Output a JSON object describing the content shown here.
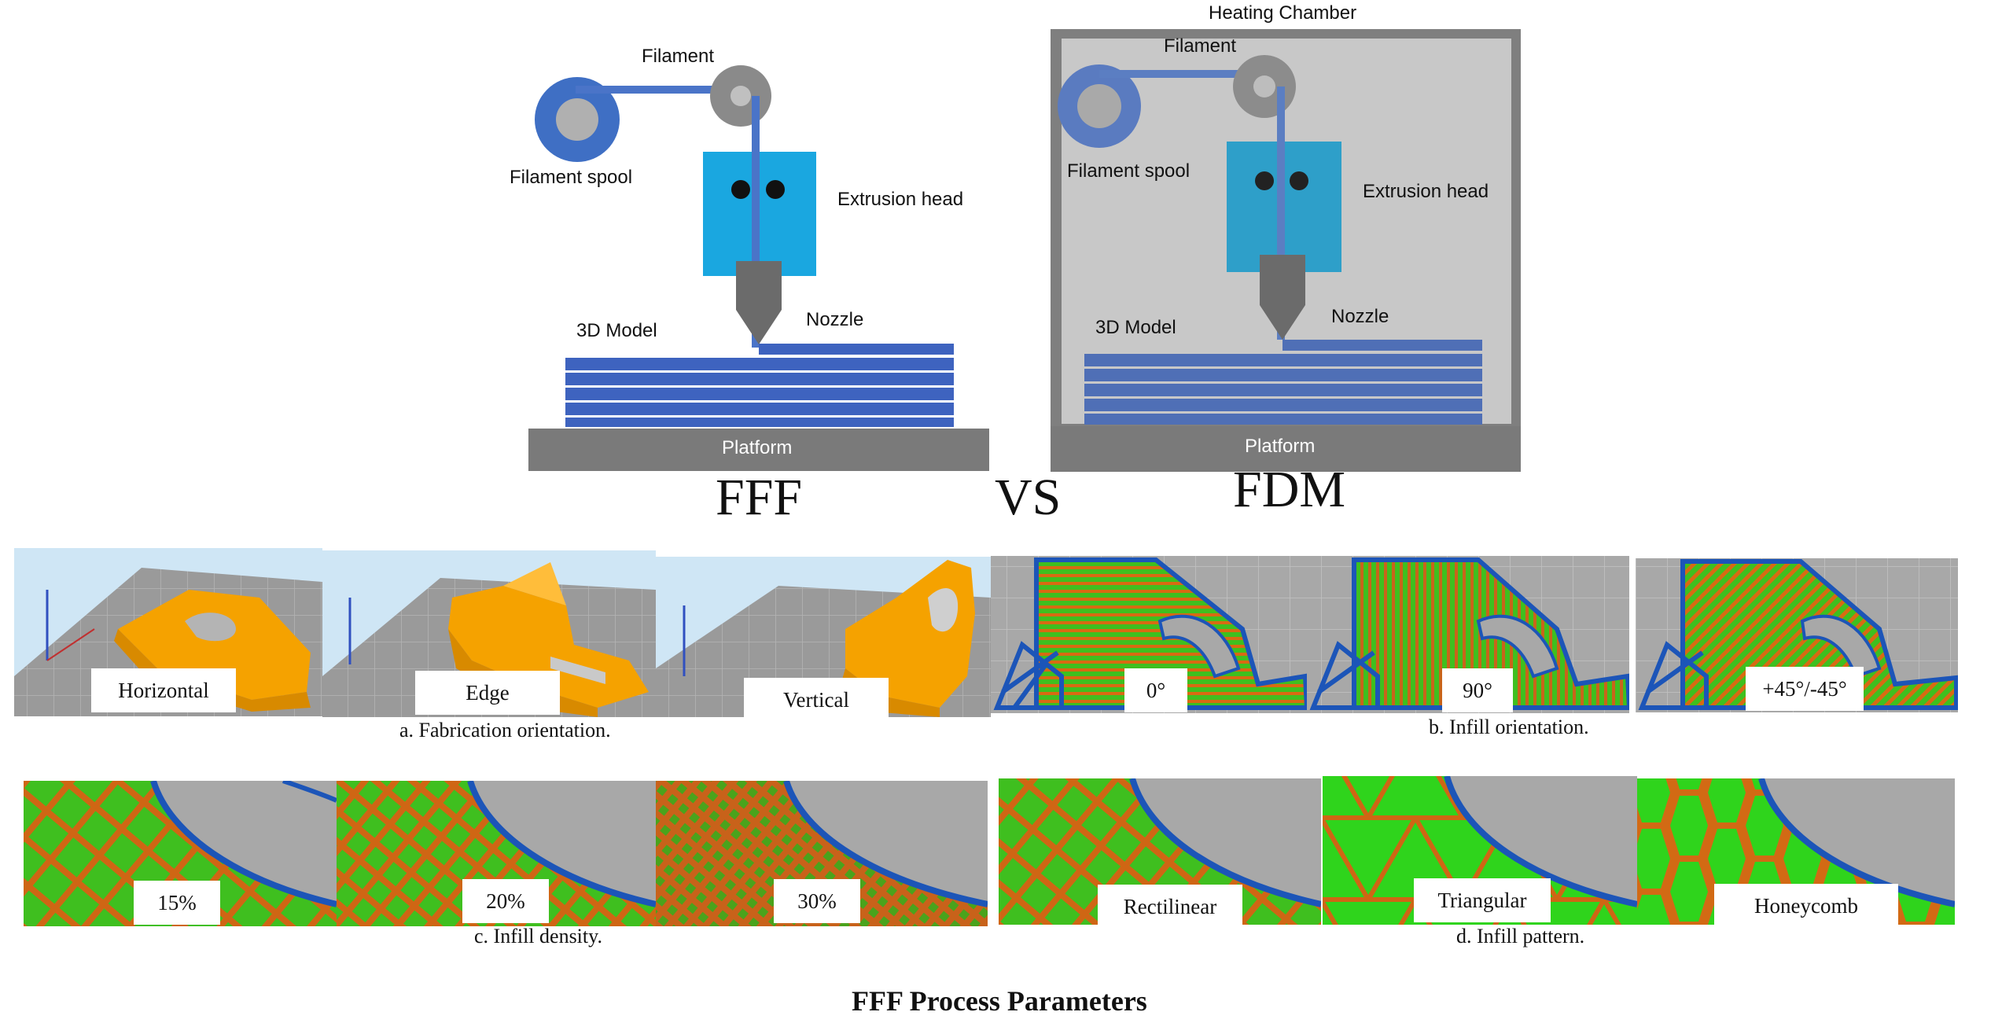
{
  "colors": {
    "spool": "#3f6fc4",
    "filament": "#4a74c8",
    "extrusion_head_fff": "#1aa7e0",
    "extrusion_head_fdm": "#2e9fc9",
    "nozzle": "#6b6b6b",
    "platform": "#7a7a7a",
    "model_layers": "#3e63bf",
    "chamber_wall": "#7f7f7f",
    "chamber_fill": "#c8c8c8",
    "part_orange": "#f5a200",
    "infill_green": "#3fbf1f",
    "infill_orange": "#d86a12",
    "support_blue": "#1c55b8"
  },
  "fff_diagram": {
    "filament_label": "Filament",
    "spool_label": "Filament spool",
    "head_label": "Extrusion head",
    "nozzle_label": "Nozzle",
    "model_label": "3D Model",
    "platform_label": "Platform",
    "big_label": "FFF"
  },
  "vs_label": "VS",
  "fdm_diagram": {
    "chamber_label": "Heating Chamber",
    "filament_label": "Filament",
    "spool_label": "Filament spool",
    "head_label": "Extrusion head",
    "nozzle_label": "Nozzle",
    "model_label": "3D Model",
    "platform_label": "Platform",
    "big_label": "FDM"
  },
  "panel_a": {
    "caption": "a.    Fabrication orientation.",
    "tags": [
      "Horizontal",
      "Edge",
      "Vertical"
    ]
  },
  "panel_b": {
    "caption": "b. Infill orientation.",
    "tags": [
      "0°",
      "90°",
      "+45°/-45°"
    ]
  },
  "panel_c": {
    "caption": "c. Infill density.",
    "tags": [
      "15%",
      "20%",
      "30%"
    ]
  },
  "panel_d": {
    "caption": "d. Infill pattern.",
    "tags": [
      "Rectilinear",
      "Triangular",
      "Honeycomb"
    ]
  },
  "title": "FFF Process Parameters"
}
